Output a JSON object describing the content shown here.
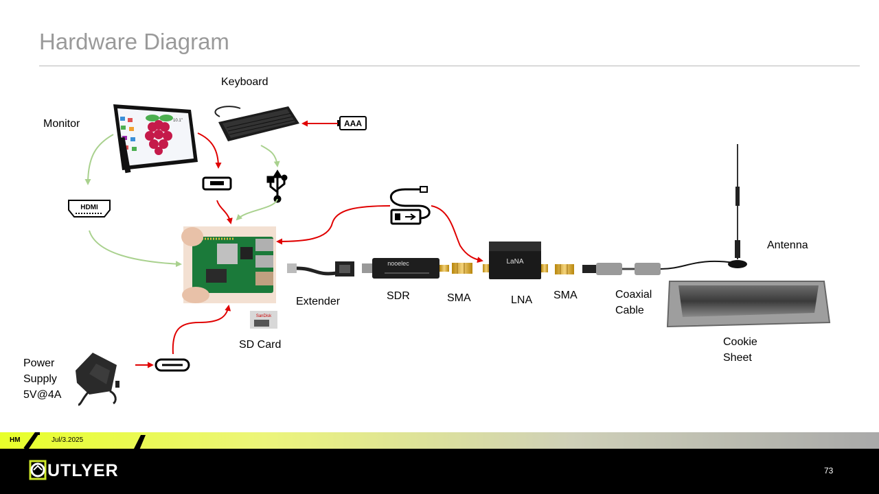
{
  "slide": {
    "title": "Hardware Diagram",
    "page_number": "73"
  },
  "labels": {
    "keyboard": "Keyboard",
    "monitor": "Monitor",
    "antenna": "Antenna",
    "extender": "Extender",
    "sdr": "SDR",
    "sma_left": "SMA",
    "lna": "LNA",
    "sma_right": "SMA",
    "coaxial_line1": "Coaxial",
    "coaxial_line2": "Cable",
    "sd_card": "SD Card",
    "cookie_line1": "Cookie",
    "cookie_line2": "Sheet",
    "power_line1": "Power",
    "power_line2": "Supply",
    "power_line3": "5V@4A"
  },
  "device_text": {
    "battery": "AAA",
    "hdmi": "HDMI",
    "lna_brand": "LaNA",
    "monitor_size": "10.1\"",
    "sd_brand": "SanDisk",
    "sdr_brand": "nooelec"
  },
  "footer": {
    "author": "HM",
    "date": "Jul/3.2025",
    "logo_text": "UTLYER"
  },
  "colors": {
    "arrow_red": "#e00000",
    "arrow_green": "#a9d18e",
    "accent_yellow": "#e8ff2a",
    "title_gray": "#9a9a9a"
  }
}
